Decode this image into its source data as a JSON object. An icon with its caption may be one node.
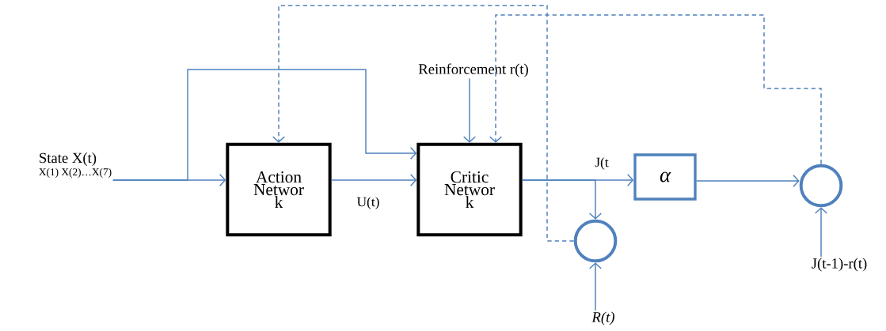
{
  "diagram": {
    "nodes": [
      {
        "text": [
          "State X(t)",
          "X(1) X(2)…X(7)"
        ]
      },
      {
        "text": [
          "Action Networ k"
        ]
      },
      {
        "text": [
          "Critic Networ k"
        ]
      },
      {
        "text": [
          "α"
        ]
      },
      {
        "text": [],
        "shape": "circle"
      },
      {
        "text": [],
        "shape": "circle"
      },
      {
        "text": [
          "Reinforcement r(t)"
        ]
      },
      {
        "text": [
          "R(t)"
        ]
      },
      {
        "text": [
          "J(t-1)-r(t)"
        ]
      }
    ],
    "edges": [
      {
        "from": 0,
        "to": 1,
        "arrow": "to"
      },
      {
        "from": 0,
        "to": 2,
        "arrow": "to"
      },
      {
        "from": 1,
        "to": 2,
        "arrow": "to",
        "label": "U(t)"
      },
      {
        "from": 6,
        "to": 2,
        "arrow": "to"
      },
      {
        "from": 2,
        "to": 3,
        "arrow": "to",
        "label": "J(t"
      },
      {
        "from": 2,
        "to": 4,
        "arrow": "to"
      },
      {
        "from": 7,
        "to": 4,
        "arrow": "to"
      },
      {
        "from": 3,
        "to": 5,
        "arrow": "to"
      },
      {
        "from": 8,
        "to": 5,
        "arrow": "to"
      },
      {
        "from": 4,
        "to": 1,
        "arrow": "to",
        "style": "dashed"
      },
      {
        "from": 5,
        "to": 2,
        "arrow": "to",
        "style": "dashed"
      }
    ]
  }
}
